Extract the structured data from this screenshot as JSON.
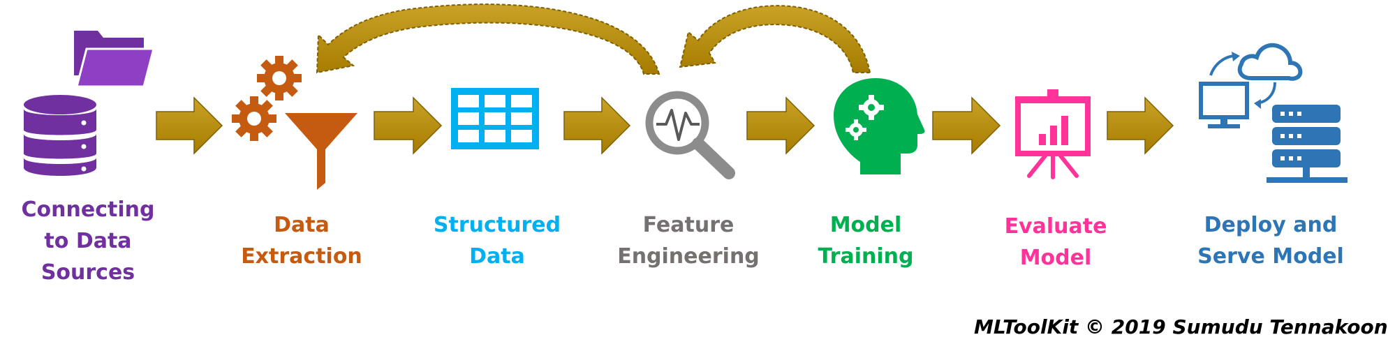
{
  "stages": [
    {
      "id": "connect",
      "lines": [
        "Connecting",
        "to Data",
        "Sources"
      ],
      "color": "#7030A0",
      "icon": "database-folder-icon"
    },
    {
      "id": "extract",
      "lines": [
        "Data",
        "Extraction"
      ],
      "color": "#C55A11",
      "icon": "gears-funnel-icon"
    },
    {
      "id": "structured",
      "lines": [
        "Structured",
        "Data"
      ],
      "color": "#00B0F0",
      "icon": "table-grid-icon"
    },
    {
      "id": "feature",
      "lines": [
        "Feature",
        "Engineering"
      ],
      "color": "#767171",
      "icon": "magnifier-signal-icon"
    },
    {
      "id": "train",
      "lines": [
        "Model",
        "Training"
      ],
      "color": "#00B050",
      "icon": "head-gears-icon"
    },
    {
      "id": "evaluate",
      "lines": [
        "Evaluate",
        "Model"
      ],
      "color": "#FF3399",
      "icon": "presentation-chart-icon"
    },
    {
      "id": "deploy",
      "lines": [
        "Deploy and",
        "Serve Model"
      ],
      "color": "#2E75B6",
      "icon": "cloud-server-icon"
    }
  ],
  "arrow_color": "#BF9000",
  "credit": "MLToolKit © 2019 Sumudu Tennakoon"
}
